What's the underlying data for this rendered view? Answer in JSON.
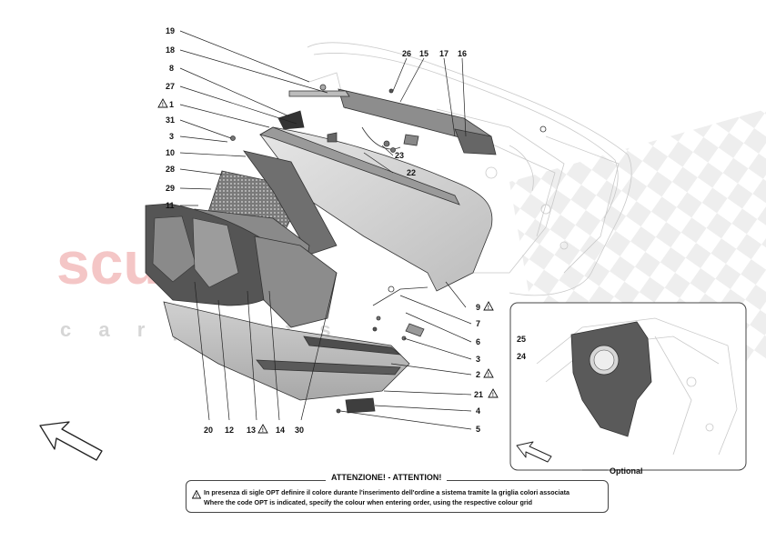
{
  "watermark": {
    "brand": "scuderia",
    "sub": "c a r   p a r t s"
  },
  "callouts": {
    "c19": "19",
    "c18": "18",
    "c8": "8",
    "c27": "27",
    "c1": "1",
    "c31": "31",
    "c3a": "3",
    "c10": "10",
    "c28": "28",
    "c29": "29",
    "c11": "11",
    "c26": "26",
    "c15": "15",
    "c17": "17",
    "c16": "16",
    "c23": "23",
    "c22": "22",
    "c9": "9",
    "c7": "7",
    "c6": "6",
    "c3b": "3",
    "c2": "2",
    "c21": "21",
    "c4": "4",
    "c5": "5",
    "c20": "20",
    "c12": "12",
    "c13": "13",
    "c14": "14",
    "c30": "30",
    "c25": "25",
    "c24": "24"
  },
  "optional_label": "Optional",
  "notice": {
    "title": "ATTENZIONE! - ATTENTION!",
    "line_it": "In presenza di sigle OPT definire il colore durante l'inserimento dell'ordine a sistema tramite la griglia colori associata",
    "line_en": "Where the code OPT is indicated, specify the colour when entering order, using the respective colour grid"
  },
  "colors": {
    "watermark": "#f2b8b8",
    "accent": "#cc2222",
    "part_fill": "#d9d9d9",
    "part_dark": "#555555"
  },
  "icons": {
    "warning": "warning-triangle-icon",
    "direction": "direction-arrow-icon"
  }
}
